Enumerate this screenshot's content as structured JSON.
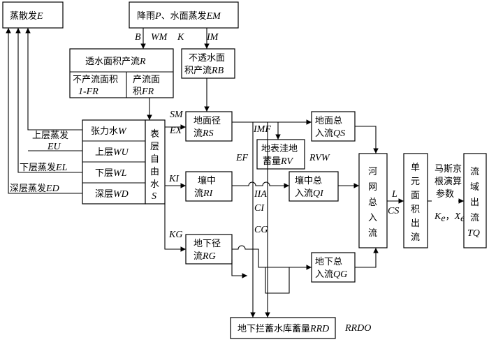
{
  "boxes": {
    "evap": {
      "cjk": "蒸散发",
      "lat": "E"
    },
    "input": {
      "cjk1": "降雨",
      "lat1": "P",
      "cjk2": "、水面蒸发",
      "lat2": "EM"
    },
    "pervious": {
      "cjk": "透水面积产流",
      "lat": "R"
    },
    "nonproducing": {
      "line1": "不产流面积",
      "line2": "1-FR"
    },
    "producing": {
      "line1": "产流面",
      "cjk2": "积",
      "lat2": "FR"
    },
    "impervious": {
      "line1": "不透水面",
      "cjk2": "积产流",
      "lat2": "RB"
    },
    "tension_w": {
      "cjk": "张力水",
      "lat": "W"
    },
    "upper_w": {
      "cjk": "上层",
      "lat": "WU"
    },
    "lower_w": {
      "cjk": "下层",
      "lat": "WL"
    },
    "deep_w": {
      "cjk": "深层",
      "lat": "WD"
    },
    "free_water": {
      "c1": "表",
      "c2": "层",
      "c3": "自",
      "c4": "由",
      "c5": "水",
      "lat": "S"
    },
    "surface_runoff": {
      "line1": "地面径",
      "cjk2": "流",
      "lat2": "RS"
    },
    "depression": {
      "line1": "地表洼地",
      "cjk2": "蓄量",
      "lat2": "RV"
    },
    "surface_inflow": {
      "line1": "地面总",
      "cjk2": "入流",
      "lat2": "QS"
    },
    "interflow": {
      "line1": "壤中",
      "cjk2": "流",
      "lat2": "RI"
    },
    "interflow_inflow": {
      "line1": "壤中总",
      "cjk2": "入流",
      "lat2": "QI"
    },
    "groundwater_runoff": {
      "line1": "地下径",
      "cjk2": "流",
      "lat2": "RG"
    },
    "groundwater_inflow": {
      "line1": "地下总",
      "cjk2": "入流",
      "lat2": "QG"
    },
    "reservoir": {
      "cjk": "地下拦蓄水库蓄量",
      "lat": "RRD"
    },
    "river_network": {
      "c1": "河",
      "c2": "网",
      "c3": "总",
      "c4": "入",
      "c5": "流"
    },
    "unit_area": {
      "c1": "单",
      "c2": "元",
      "c3": "面",
      "c4": "积",
      "c5": "出",
      "c6": "流"
    },
    "muskingum": {
      "line1": "马斯京",
      "line2": "根演算",
      "line3": "参数",
      "k": "K",
      "ksub": "e",
      "comma": "，",
      "x": "X",
      "xsub": "e"
    },
    "basin_outflow": {
      "c1": "流",
      "c2": "域",
      "c3": "出",
      "c4": "流",
      "lat": "TQ"
    }
  },
  "labels": {
    "B": "B",
    "WM": "WM",
    "K": "K",
    "IM": "IM",
    "SM": "SM",
    "EX": "EX",
    "KI": "KI",
    "KG": "KG",
    "IMF": "IMF",
    "EF": "EF",
    "RVW": "RVW",
    "IIA": "IIA",
    "CI": "CI",
    "CG": "CG",
    "L": "L",
    "CS": "CS",
    "RRDO": "RRDO",
    "EU": "EU",
    "EL_cjk": "下层蒸发",
    "EL": "EL",
    "ED_cjk": "深层蒸发",
    "ED": "ED",
    "upper_evap": "上层蒸发"
  }
}
